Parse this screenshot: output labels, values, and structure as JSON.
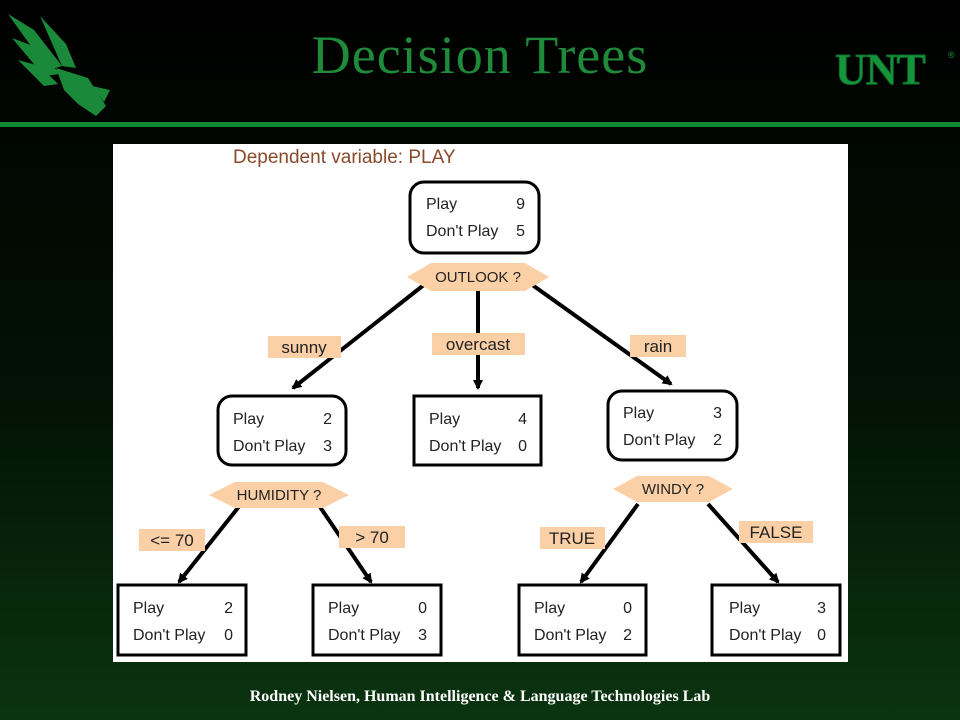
{
  "header": {
    "title": "Decision Trees",
    "brand": "UNT",
    "brand_mark": "®",
    "logo_icon": "eagle-icon",
    "accent_color": "#1f8a3a"
  },
  "diagram": {
    "caption": "Dependent variable: PLAY",
    "node_color": "#000000",
    "label_fill": "#fbd0a6",
    "nodes": {
      "root": {
        "r1": "Play",
        "v1": "9",
        "r2": "Don't Play",
        "v2": "5"
      },
      "sunny": {
        "r1": "Play",
        "v1": "2",
        "r2": "Don't Play",
        "v2": "3"
      },
      "overcast": {
        "r1": "Play",
        "v1": "4",
        "r2": "Don't Play",
        "v2": "0"
      },
      "rain": {
        "r1": "Play",
        "v1": "3",
        "r2": "Don't Play",
        "v2": "2"
      },
      "hum_low": {
        "r1": "Play",
        "v1": "2",
        "r2": "Don't Play",
        "v2": "0"
      },
      "hum_high": {
        "r1": "Play",
        "v1": "0",
        "r2": "Don't Play",
        "v2": "3"
      },
      "windy_true": {
        "r1": "Play",
        "v1": "0",
        "r2": "Don't Play",
        "v2": "2"
      },
      "windy_false": {
        "r1": "Play",
        "v1": "3",
        "r2": "Don't Play",
        "v2": "0"
      }
    },
    "questions": {
      "outlook": "OUTLOOK ?",
      "humidity": "HUMIDITY ?",
      "windy": "WINDY ?"
    },
    "branches": {
      "sunny": "sunny",
      "overcast": "overcast",
      "rain": "rain",
      "le70": "<= 70",
      "gt70": "> 70",
      "true": "TRUE",
      "false": "FALSE"
    }
  },
  "footer": {
    "text": "Rodney Nielsen,  Human Intelligence & Language Technologies Lab"
  }
}
